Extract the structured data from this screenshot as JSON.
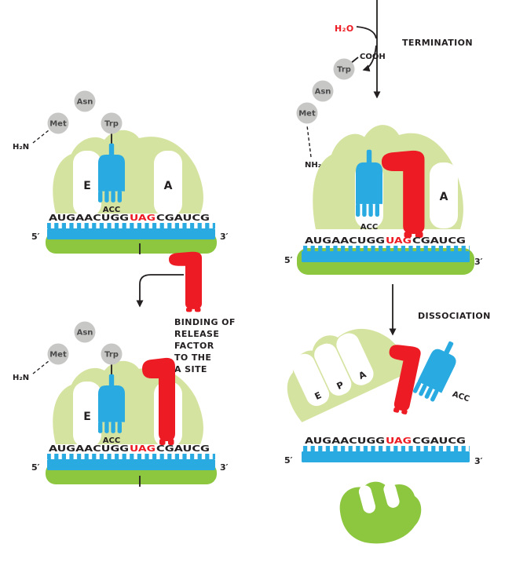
{
  "colors": {
    "large_subunit_green": "#d5e3a1",
    "small_subunit_green": "#8dc63f",
    "trna_mrna_blue": "#29abe2",
    "release_factor_red": "#ed1c24",
    "amino_acid_gray": "#c7c8c6",
    "ink": "#231f20"
  },
  "labels": {
    "termination": "TERMINATION",
    "dissociation": "DISSOCIATION",
    "binding": [
      "BINDING OF",
      "RELEASE",
      "FACTOR",
      "TO THE",
      "A SITE"
    ],
    "h2o": "H₂O",
    "cooh": "COOH",
    "h2n": "H₂N",
    "nh2": "NH₂",
    "acc": "ACC",
    "site_e": "E",
    "site_p": "P",
    "site_a": "A",
    "five": "5′",
    "three": "3′"
  },
  "amino": [
    "Met",
    "Asn",
    "Trp"
  ],
  "mrna": {
    "part1": "AUGAACUGG",
    "stop": "UAG",
    "part2": "CGAUCG"
  }
}
